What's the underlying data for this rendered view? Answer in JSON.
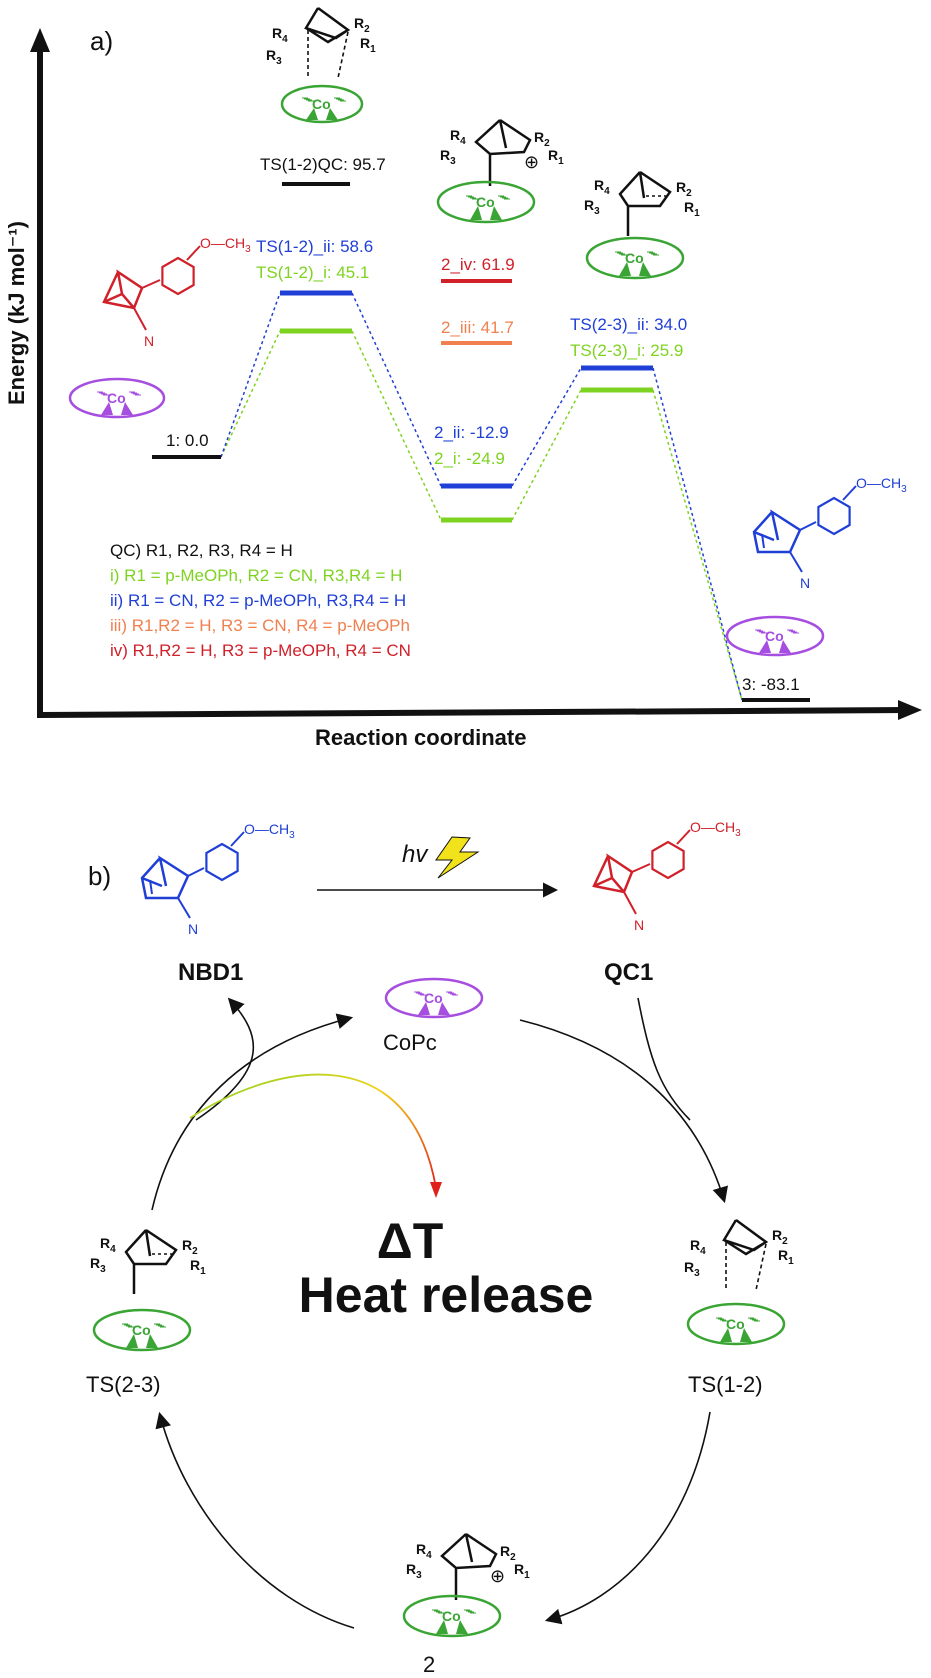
{
  "panel_a": {
    "letter": "a)",
    "y_axis_label": "Energy (kJ mol⁻¹)",
    "x_axis_label": "Reaction coordinate",
    "levels": {
      "s1": "1: 0.0",
      "ts12_qc": "TS(1-2)QC: 95.7",
      "ts12_ii": "TS(1-2)_ii: 58.6",
      "ts12_i": "TS(1-2)_i: 45.1",
      "s2_iv": "2_iv: 61.9",
      "s2_iii": "2_iii: 41.7",
      "s2_ii": "2_ii: -12.9",
      "s2_i": "2_i: -24.9",
      "ts23_ii": "TS(2-3)_ii: 34.0",
      "ts23_i": "TS(2-3)_i: 25.9",
      "s3": "3: -83.1"
    },
    "legend": [
      {
        "text": "QC) R1, R2, R3, R4 = H",
        "color": "#111111"
      },
      {
        "text": "i)     R1 = p-MeOPh, R2 = CN, R3,R4 = H",
        "color": "#7ed321"
      },
      {
        "text": "ii)    R1 = CN, R2 = p-MeOPh, R3,R4 = H",
        "color": "#1f3fd6"
      },
      {
        "text": "iii)   R1,R2 = H, R3 = CN, R4 = p-MeOPh",
        "color": "#f08050"
      },
      {
        "text": "iv)   R1,R2 = H, R3 = p-MeOPh, R4 = CN",
        "color": "#d0202a"
      }
    ]
  },
  "panel_b": {
    "letter": "b)",
    "hv": "hv",
    "nbd1": "NBD1",
    "qc1": "QC1",
    "copc": "CoPc",
    "ts23": "TS(2-3)",
    "ts12": "TS(1-2)",
    "int2": "2",
    "delta_t": "ΔT",
    "heat_release": "Heat release"
  },
  "struct_labels": {
    "r1": "R1",
    "r2": "R2",
    "r3": "R3",
    "r4": "R4",
    "co": "Co",
    "och3": "O—CH3",
    "cn": "N",
    "plus": "⊕"
  },
  "colors": {
    "black": "#111111",
    "green": "#7ed321",
    "blue": "#1f3fd6",
    "salmon": "#f08050",
    "red": "#d0202a",
    "purple": "#a64ee0",
    "struct_green": "#3aa534"
  }
}
